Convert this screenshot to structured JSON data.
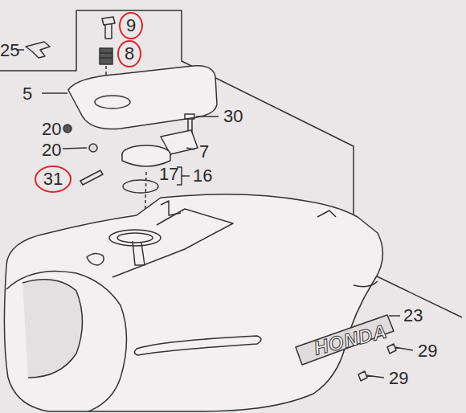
{
  "diagram": {
    "nodes": [
      {
        "text": [
          "9"
        ]
      },
      {
        "text": [
          "8"
        ]
      },
      {
        "text": [
          "31"
        ]
      }
    ],
    "labels": [
      "25",
      "5",
      "30",
      "20",
      "20",
      "7",
      "17",
      "16",
      "23",
      "29",
      "29",
      "HONDA"
    ]
  }
}
